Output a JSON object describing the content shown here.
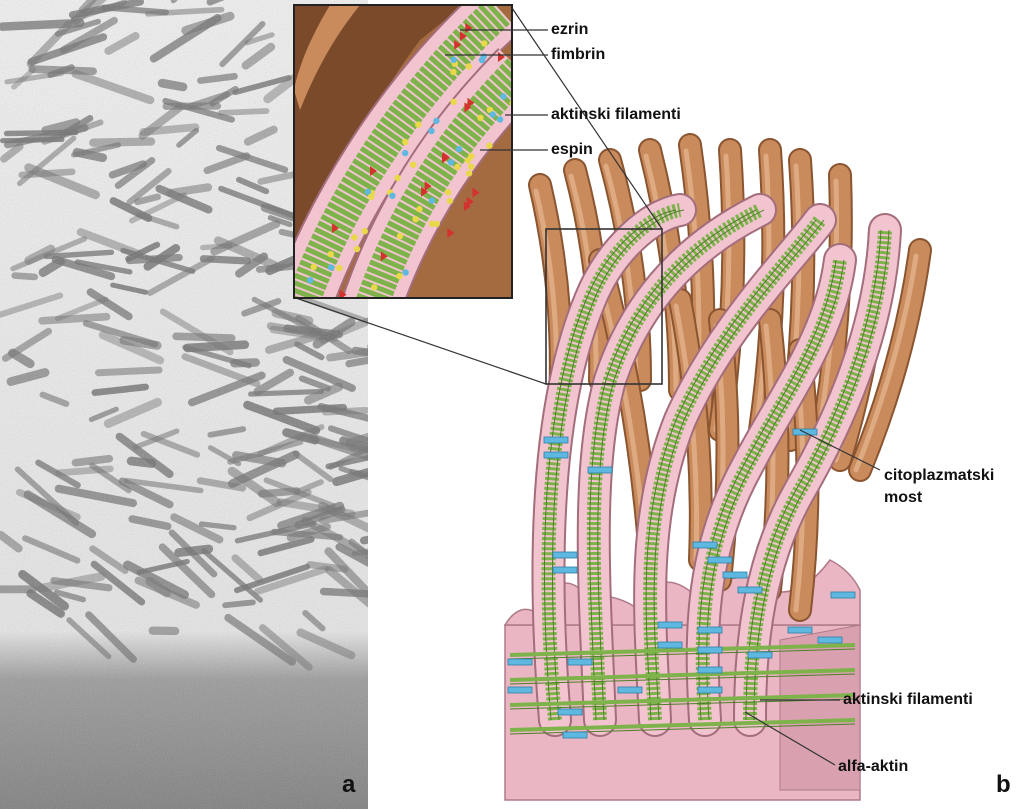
{
  "panels": {
    "a": {
      "letter": "a"
    },
    "b": {
      "letter": "b"
    }
  },
  "labels": {
    "ezrin": "ezrin",
    "fimbrin": "fimbrin",
    "aktinski_top": "aktinski filamenti",
    "espin": "espin",
    "citoplazmatski_1": "citoplazmatski",
    "citoplazmatski_2": "most",
    "aktinski_bottom": "aktinski filamenti",
    "alfa_aktin": "alfa-aktin"
  },
  "colors": {
    "membrane_pink": "#f2c4cf",
    "stereocilium_tan": "#c98a5c",
    "actin_green": "#7db34a",
    "crosslink_blue": "#5fb8e0",
    "ezrin_red": "#d4322e",
    "fimbrin_yellow": "#e8d84a",
    "micrograph_gray": "#8a8a8a"
  }
}
